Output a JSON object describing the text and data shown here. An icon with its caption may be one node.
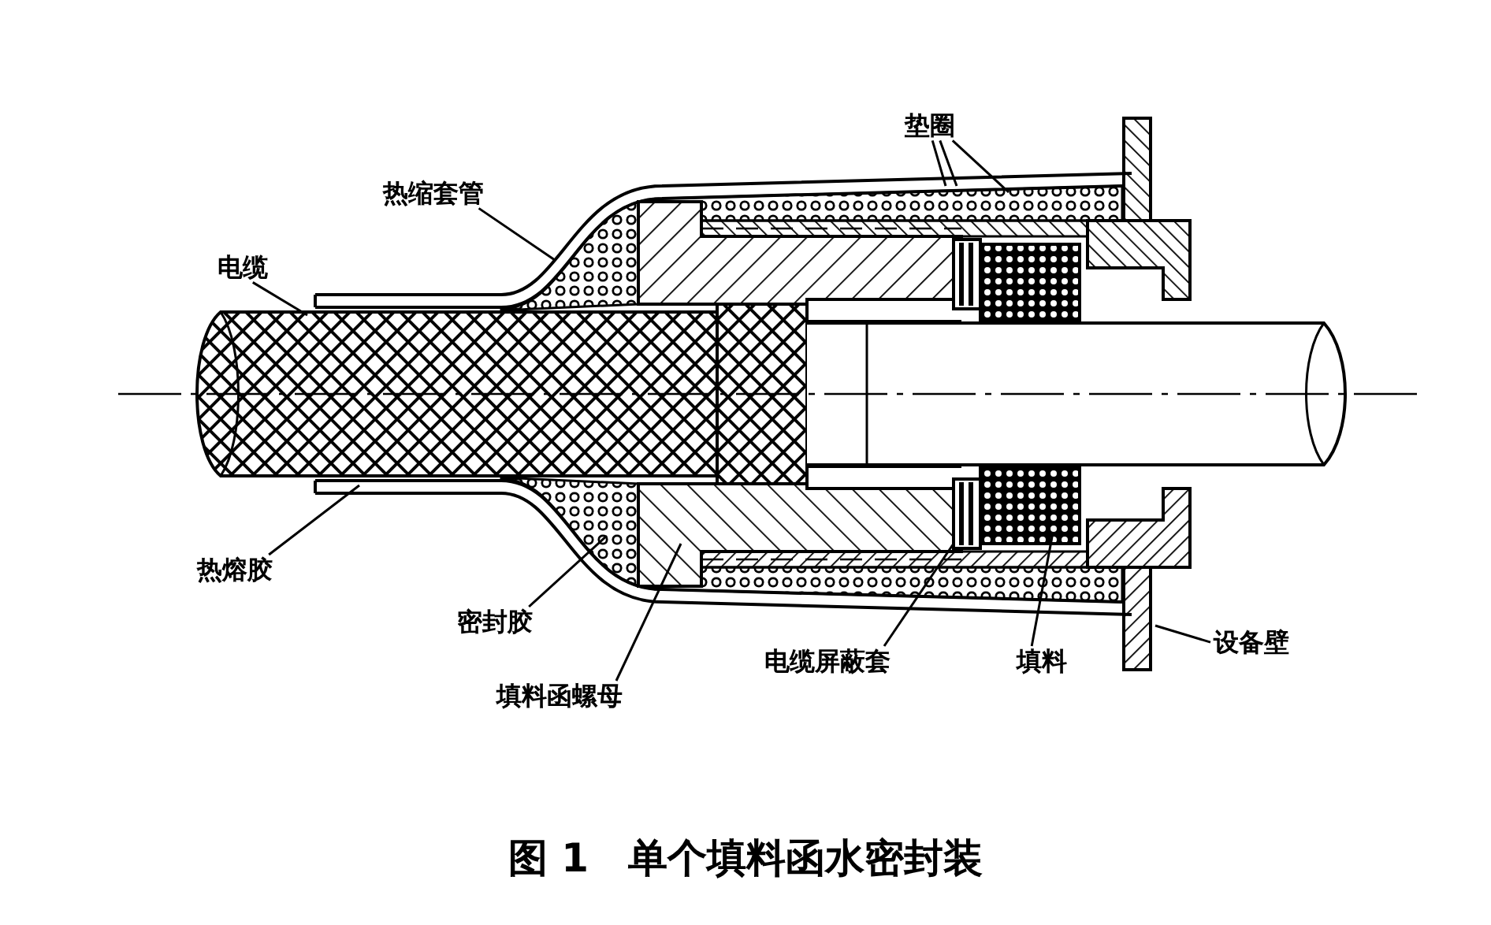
{
  "diagram": {
    "caption": "图 1　单个填料函水密封装",
    "nodes": [
      {
        "text": [
          "热缩套管"
        ]
      },
      {
        "text": [
          "电缆"
        ]
      },
      {
        "text": [
          "垫圈"
        ]
      },
      {
        "text": [
          "热熔胶"
        ]
      },
      {
        "text": [
          "密封胶"
        ]
      },
      {
        "text": [
          "填料函螺母"
        ]
      },
      {
        "text": [
          "电缆屏蔽套"
        ]
      },
      {
        "text": [
          "填料"
        ]
      },
      {
        "text": [
          "设备壁"
        ]
      }
    ],
    "edges": [
      {
        "from": 0,
        "to": null,
        "arrow": "none"
      },
      {
        "from": 1,
        "to": null,
        "arrow": "none"
      },
      {
        "from": 2,
        "to": null,
        "arrow": "none"
      },
      {
        "from": 2,
        "to": null,
        "arrow": "none"
      },
      {
        "from": 2,
        "to": null,
        "arrow": "none"
      },
      {
        "from": 3,
        "to": null,
        "arrow": "none"
      },
      {
        "from": 4,
        "to": null,
        "arrow": "none"
      },
      {
        "from": 5,
        "to": null,
        "arrow": "none"
      },
      {
        "from": 6,
        "to": null,
        "arrow": "none"
      },
      {
        "from": 7,
        "to": null,
        "arrow": "none"
      },
      {
        "from": 8,
        "to": null,
        "arrow": "none"
      }
    ]
  }
}
